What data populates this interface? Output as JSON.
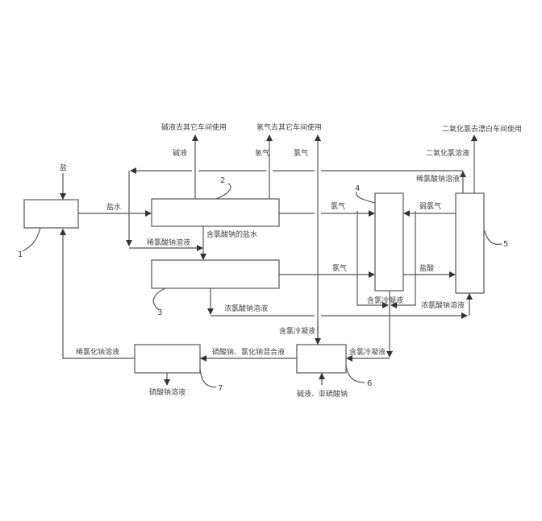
{
  "labels": {
    "salt": "盐",
    "brine": "盐水",
    "alkali": "碱液",
    "alkali_out": "碱液去其它车间使用",
    "hydrogen": "氢气",
    "hydrogen_out": "氢气去其它车间使用",
    "chlorine_up": "氯气",
    "chlorine_1": "氯气",
    "chlorine_2": "氯气",
    "chlorate_brine": "含氯酸钠的盐水",
    "dilute_chlorate_1": "稀氯酸钠溶液",
    "dilute_chlorate_2": "稀氯酸钠溶液",
    "clo2_solution": "二氧化氯溶液",
    "clo2_out": "二氧化氯去漂白车间使用",
    "weak_chlorine": "弱氯气",
    "hcl": "盐酸",
    "conc_chlorate_1": "浓氯酸钠溶液",
    "conc_chlorate_2": "浓氯酸钠溶液",
    "condensate_1": "含氯冷凝液",
    "condensate_2": "含氯冷凝液",
    "condensate_3": "含氯冷凝液",
    "alkali_sulfite": "碱液、亚硫酸钠",
    "mixed": "硫酸钠、氯化钠混合液",
    "dilute_nacl": "稀氯化钠溶液",
    "sulfate": "硫酸钠溶液"
  },
  "numbers": {
    "n1": "1",
    "n2": "2",
    "n3": "3",
    "n4": "4",
    "n5": "5",
    "n6": "6",
    "n7": "7"
  }
}
